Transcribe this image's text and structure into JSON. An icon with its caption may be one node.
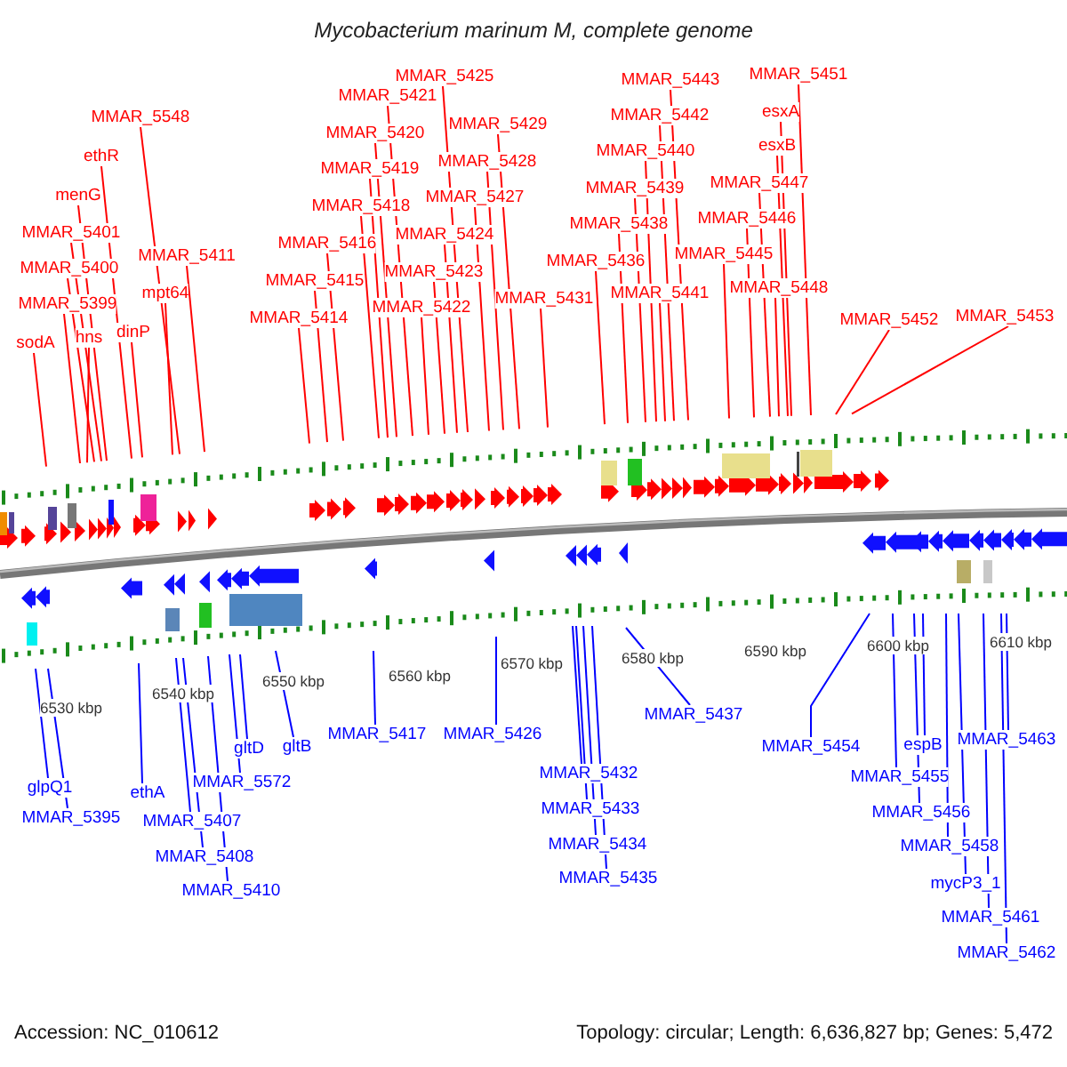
{
  "diagram": {
    "title": "Mycobacterium marinum M, complete genome",
    "nodes": [
      {
        "text": [
          "MMAR_5548"
        ]
      },
      {
        "text": [
          "ethR"
        ]
      },
      {
        "text": [
          "menG"
        ]
      },
      {
        "text": [
          "MMAR_5401"
        ]
      },
      {
        "text": [
          "MMAR_5411"
        ]
      },
      {
        "text": [
          "MMAR_5400"
        ]
      },
      {
        "text": [
          "mpt64"
        ]
      },
      {
        "text": [
          "MMAR_5399"
        ]
      },
      {
        "text": [
          "dinP"
        ]
      },
      {
        "text": [
          "hns"
        ]
      },
      {
        "text": [
          "sodA"
        ]
      },
      {
        "text": [
          "MMAR_5425"
        ]
      },
      {
        "text": [
          "MMAR_5421"
        ]
      },
      {
        "text": [
          "MMAR_5429"
        ]
      },
      {
        "text": [
          "MMAR_5420"
        ]
      },
      {
        "text": [
          "MMAR_5428"
        ]
      },
      {
        "text": [
          "MMAR_5419"
        ]
      },
      {
        "text": [
          "MMAR_5427"
        ]
      },
      {
        "text": [
          "MMAR_5418"
        ]
      },
      {
        "text": [
          "MMAR_5424"
        ]
      },
      {
        "text": [
          "MMAR_5416"
        ]
      },
      {
        "text": [
          "MMAR_5423"
        ]
      },
      {
        "text": [
          "MMAR_5415"
        ]
      },
      {
        "text": [
          "MMAR_5431"
        ]
      },
      {
        "text": [
          "MMAR_5422"
        ]
      },
      {
        "text": [
          "MMAR_5414"
        ]
      },
      {
        "text": [
          "MMAR_5451"
        ]
      },
      {
        "text": [
          "MMAR_5443"
        ]
      },
      {
        "text": [
          "esxA"
        ]
      },
      {
        "text": [
          "MMAR_5442"
        ]
      },
      {
        "text": [
          "esxB"
        ]
      },
      {
        "text": [
          "MMAR_5440"
        ]
      },
      {
        "text": [
          "MMAR_5447"
        ]
      },
      {
        "text": [
          "MMAR_5439"
        ]
      },
      {
        "text": [
          "MMAR_5446"
        ]
      },
      {
        "text": [
          "MMAR_5438"
        ]
      },
      {
        "text": [
          "MMAR_5445"
        ]
      },
      {
        "text": [
          "MMAR_5436"
        ]
      },
      {
        "text": [
          "MMAR_5448"
        ]
      },
      {
        "text": [
          "MMAR_5441"
        ]
      },
      {
        "text": [
          "MMAR_5452"
        ]
      },
      {
        "text": [
          "MMAR_5453"
        ]
      },
      {
        "text": [
          "glpQ1"
        ]
      },
      {
        "text": [
          "MMAR_5395"
        ]
      },
      {
        "text": [
          "ethA"
        ]
      },
      {
        "text": [
          "MMAR_5407"
        ]
      },
      {
        "text": [
          "MMAR_5408"
        ]
      },
      {
        "text": [
          "MMAR_5410"
        ]
      },
      {
        "text": [
          "MMAR_5572"
        ]
      },
      {
        "text": [
          "gltD"
        ]
      },
      {
        "text": [
          "gltB"
        ]
      },
      {
        "text": [
          "MMAR_5417"
        ]
      },
      {
        "text": [
          "MMAR_5426"
        ]
      },
      {
        "text": [
          "MMAR_5432"
        ]
      },
      {
        "text": [
          "MMAR_5433"
        ]
      },
      {
        "text": [
          "MMAR_5434"
        ]
      },
      {
        "text": [
          "MMAR_5435"
        ]
      },
      {
        "text": [
          "MMAR_5437"
        ]
      },
      {
        "text": [
          "MMAR_5454"
        ]
      },
      {
        "text": [
          "MMAR_5455"
        ]
      },
      {
        "text": [
          "espB"
        ]
      },
      {
        "text": [
          "MMAR_5456"
        ]
      },
      {
        "text": [
          "MMAR_5458"
        ]
      },
      {
        "text": [
          "mycP3_1"
        ]
      },
      {
        "text": [
          "MMAR_5461"
        ]
      },
      {
        "text": [
          "MMAR_5462"
        ]
      },
      {
        "text": [
          "MMAR_5463"
        ]
      }
    ],
    "edges": [
      {
        "from": 0,
        "to": null,
        "arrow": "none"
      },
      {
        "from": 1,
        "to": null,
        "arrow": "none"
      },
      {
        "from": 2,
        "to": null,
        "arrow": "none"
      },
      {
        "from": 3,
        "to": null,
        "arrow": "none"
      },
      {
        "from": 4,
        "to": null,
        "arrow": "none"
      },
      {
        "from": 5,
        "to": null,
        "arrow": "none"
      },
      {
        "from": 6,
        "to": null,
        "arrow": "none"
      },
      {
        "from": 7,
        "to": null,
        "arrow": "none"
      },
      {
        "from": 8,
        "to": null,
        "arrow": "none"
      },
      {
        "from": 9,
        "to": null,
        "arrow": "none"
      },
      {
        "from": 10,
        "to": null,
        "arrow": "none"
      },
      {
        "from": 11,
        "to": null,
        "arrow": "none"
      },
      {
        "from": 12,
        "to": null,
        "arrow": "none"
      },
      {
        "from": 13,
        "to": null,
        "arrow": "none"
      },
      {
        "from": 14,
        "to": null,
        "arrow": "none"
      },
      {
        "from": 15,
        "to": null,
        "arrow": "none"
      },
      {
        "from": 16,
        "to": null,
        "arrow": "none"
      },
      {
        "from": 17,
        "to": null,
        "arrow": "none"
      },
      {
        "from": 18,
        "to": null,
        "arrow": "none"
      },
      {
        "from": 19,
        "to": null,
        "arrow": "none"
      },
      {
        "from": 20,
        "to": null,
        "arrow": "none"
      },
      {
        "from": 21,
        "to": null,
        "arrow": "none"
      },
      {
        "from": 22,
        "to": null,
        "arrow": "none"
      },
      {
        "from": 23,
        "to": null,
        "arrow": "none"
      },
      {
        "from": 24,
        "to": null,
        "arrow": "none"
      },
      {
        "from": 25,
        "to": null,
        "arrow": "none"
      },
      {
        "from": 26,
        "to": null,
        "arrow": "none"
      },
      {
        "from": 27,
        "to": null,
        "arrow": "none"
      },
      {
        "from": 28,
        "to": null,
        "arrow": "none"
      },
      {
        "from": 29,
        "to": null,
        "arrow": "none"
      },
      {
        "from": 30,
        "to": null,
        "arrow": "none"
      },
      {
        "from": 31,
        "to": null,
        "arrow": "none"
      },
      {
        "from": 32,
        "to": null,
        "arrow": "none"
      },
      {
        "from": 33,
        "to": null,
        "arrow": "none"
      },
      {
        "from": 34,
        "to": null,
        "arrow": "none"
      },
      {
        "from": 35,
        "to": null,
        "arrow": "none"
      },
      {
        "from": 36,
        "to": null,
        "arrow": "none"
      },
      {
        "from": 37,
        "to": null,
        "arrow": "none"
      },
      {
        "from": 38,
        "to": null,
        "arrow": "none"
      },
      {
        "from": 39,
        "to": null,
        "arrow": "none"
      },
      {
        "from": 40,
        "to": null,
        "arrow": "none"
      },
      {
        "from": 41,
        "to": null,
        "arrow": "none"
      },
      {
        "from": 42,
        "to": null,
        "arrow": "none",
        "color": "#0000ff"
      },
      {
        "from": 43,
        "to": null,
        "arrow": "none",
        "color": "#0000ff"
      },
      {
        "from": 44,
        "to": null,
        "arrow": "none",
        "color": "#0000ff"
      },
      {
        "from": 45,
        "to": null,
        "arrow": "none",
        "color": "#0000ff"
      },
      {
        "from": 46,
        "to": null,
        "arrow": "none",
        "color": "#0000ff"
      },
      {
        "from": 47,
        "to": null,
        "arrow": "none",
        "color": "#0000ff"
      },
      {
        "from": 48,
        "to": null,
        "arrow": "none",
        "color": "#0000ff"
      },
      {
        "from": 49,
        "to": null,
        "arrow": "none",
        "color": "#0000ff"
      },
      {
        "from": 50,
        "to": null,
        "arrow": "none",
        "color": "#0000ff"
      },
      {
        "from": 51,
        "to": null,
        "arrow": "none",
        "color": "#0000ff"
      },
      {
        "from": 52,
        "to": null,
        "arrow": "none",
        "color": "#0000ff"
      },
      {
        "from": 53,
        "to": null,
        "arrow": "none",
        "color": "#0000ff"
      },
      {
        "from": 54,
        "to": null,
        "arrow": "none",
        "color": "#0000ff"
      },
      {
        "from": 55,
        "to": null,
        "arrow": "none",
        "color": "#0000ff"
      },
      {
        "from": 56,
        "to": null,
        "arrow": "none",
        "color": "#0000ff"
      },
      {
        "from": 57,
        "to": null,
        "arrow": "none",
        "color": "#0000ff"
      },
      {
        "from": 58,
        "to": null,
        "arrow": "none",
        "color": "#0000ff"
      },
      {
        "from": 59,
        "to": null,
        "arrow": "none",
        "color": "#0000ff"
      },
      {
        "from": 60,
        "to": null,
        "arrow": "none",
        "color": "#0000ff"
      },
      {
        "from": 61,
        "to": null,
        "arrow": "none",
        "color": "#0000ff"
      },
      {
        "from": 62,
        "to": null,
        "arrow": "none",
        "color": "#0000ff"
      },
      {
        "from": 63,
        "to": null,
        "arrow": "none",
        "color": "#0000ff"
      },
      {
        "from": 64,
        "to": null,
        "arrow": "none",
        "color": "#0000ff"
      },
      {
        "from": 65,
        "to": null,
        "arrow": "none",
        "color": "#0000ff"
      },
      {
        "from": 66,
        "to": null,
        "arrow": "none",
        "color": "#0000ff"
      }
    ],
    "labels": [
      "6530 kbp",
      "6540 kbp",
      "6550 kbp",
      "6560 kbp",
      "6570 kbp",
      "6580 kbp",
      "6590 kbp",
      "6600 kbp",
      "6610 kbp",
      "Accession: NC_010612",
      "Topology: circular; Length: 6,636,827 bp; Genes: 5,472"
    ]
  }
}
